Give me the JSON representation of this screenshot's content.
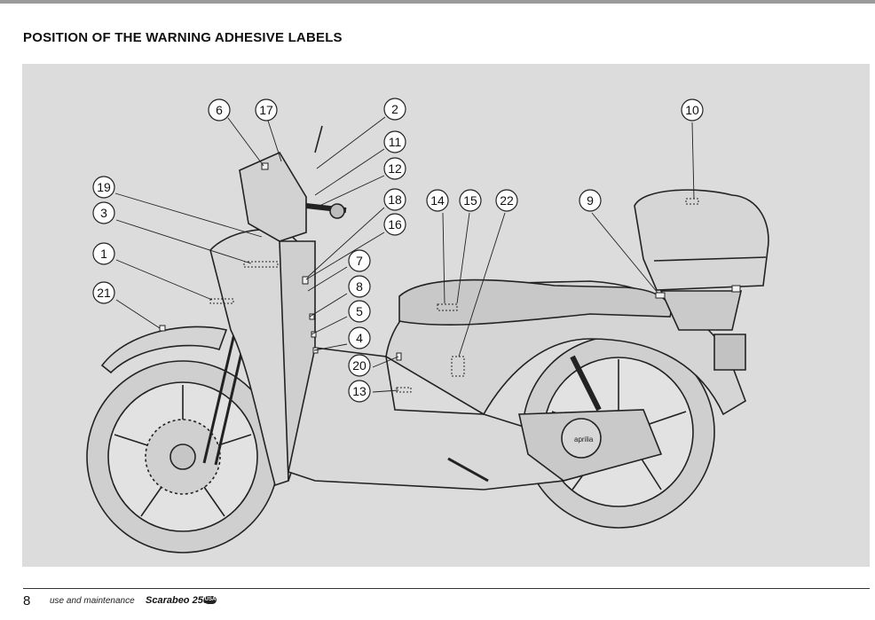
{
  "page": {
    "title": "POSITION OF THE WARNING ADHESIVE LABELS",
    "page_number": "8",
    "footer_text": "use and maintenance",
    "footer_model": "Scarabeo 250",
    "footer_badge": "USA"
  },
  "figure": {
    "callouts": [
      "6",
      "17",
      "2",
      "11",
      "12",
      "18",
      "16",
      "19",
      "3",
      "1",
      "21",
      "7",
      "8",
      "5",
      "4",
      "20",
      "13",
      "14",
      "15",
      "22",
      "9",
      "10"
    ],
    "brand_label": "aprilia"
  }
}
